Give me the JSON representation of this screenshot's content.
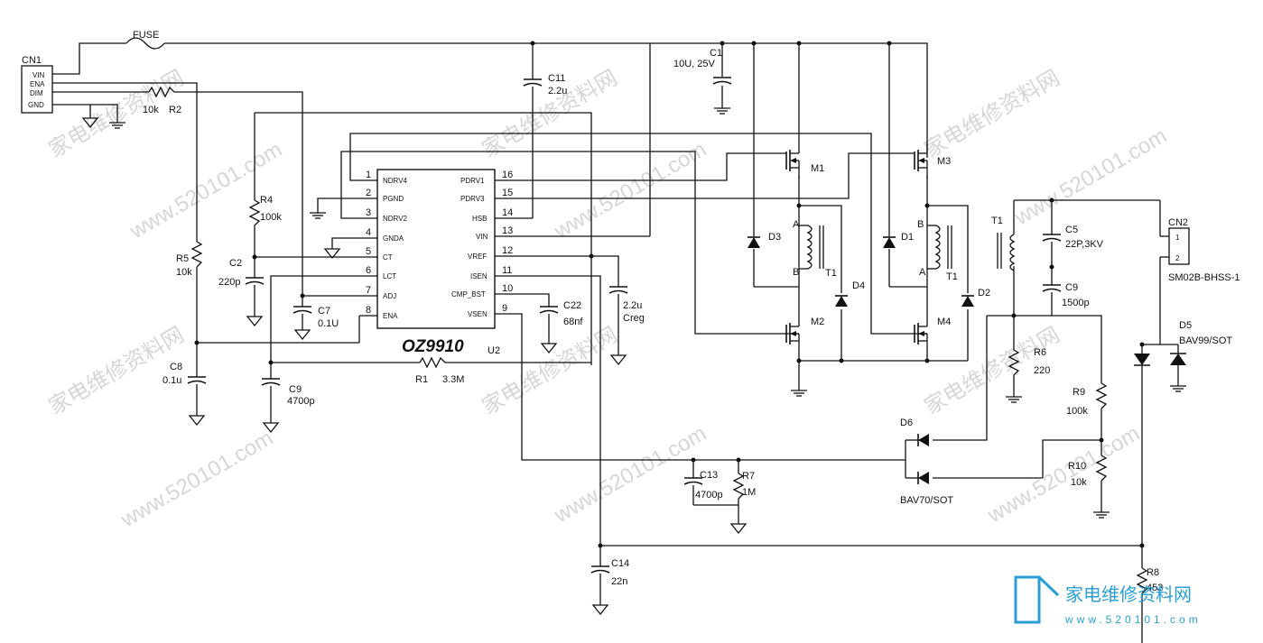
{
  "watermark": {
    "cn": "家电维修资料网",
    "url": "www.520101.com"
  },
  "logo": {
    "text": "家电维修资料网",
    "url": "www.520101.com"
  },
  "ic": {
    "name": "OZ9910",
    "ref": "U2",
    "left_pins": [
      {
        "num": "1",
        "label": "NDRV4"
      },
      {
        "num": "2",
        "label": "PGND"
      },
      {
        "num": "3",
        "label": "NDRV2"
      },
      {
        "num": "4",
        "label": "GNDA"
      },
      {
        "num": "5",
        "label": "CT"
      },
      {
        "num": "6",
        "label": "LCT"
      },
      {
        "num": "7",
        "label": "ADJ"
      },
      {
        "num": "8",
        "label": "ENA"
      }
    ],
    "right_pins": [
      {
        "num": "16",
        "label": "PDRV1"
      },
      {
        "num": "15",
        "label": "PDRV3"
      },
      {
        "num": "14",
        "label": "HSB"
      },
      {
        "num": "13",
        "label": "VIN"
      },
      {
        "num": "12",
        "label": "VREF"
      },
      {
        "num": "11",
        "label": "ISEN"
      },
      {
        "num": "10",
        "label": "CMP_BST"
      },
      {
        "num": "9",
        "label": "VSEN"
      }
    ]
  },
  "connector1": {
    "ref": "CN1",
    "pins": [
      "VIN",
      "ENA",
      "DIM",
      "GND"
    ]
  },
  "connector2": {
    "ref": "CN2",
    "part": "SM02B-BHSS-1",
    "pins": [
      "1",
      "2"
    ]
  },
  "fuse": "FUSE",
  "components": {
    "c1": {
      "ref": "C1",
      "value": "10U, 25V"
    },
    "c11": {
      "ref": "C11",
      "value": "2.2u"
    },
    "r2": {
      "ref": "R2",
      "value": "10k"
    },
    "r4": {
      "ref": "R4",
      "value": "100k"
    },
    "r5": {
      "ref": "R5",
      "value": "10k"
    },
    "c2": {
      "ref": "C2",
      "value": "220p"
    },
    "c7": {
      "ref": "C7",
      "value": "0.1U"
    },
    "c8": {
      "ref": "C8",
      "value": "0.1u"
    },
    "c9a": {
      "ref": "C9",
      "value": "4700p"
    },
    "r1": {
      "ref": "R1",
      "value": "3.3M"
    },
    "c22": {
      "ref": "C22",
      "value": "68nf"
    },
    "creg": {
      "ref": "Creg",
      "value": "2.2u"
    },
    "m1": "M1",
    "m2": "M2",
    "m3": "M3",
    "m4": "M4",
    "d1": "D1",
    "d2": "D2",
    "d3": "D3",
    "d4": "D4",
    "t1": "T1",
    "c5": {
      "ref": "C5",
      "value": "22P,3KV"
    },
    "c9b": {
      "ref": "C9",
      "value": "1500p"
    },
    "r6": {
      "ref": "R6",
      "value": "220"
    },
    "r9": {
      "ref": "R9",
      "value": "100k"
    },
    "r10": {
      "ref": "R10",
      "value": "10k"
    },
    "d5": {
      "ref": "D5",
      "value": "BAV99/SOT"
    },
    "d6": {
      "ref": "D6",
      "value": "BAV70/SOT"
    },
    "c13": {
      "ref": "C13",
      "value": "4700p"
    },
    "r7": {
      "ref": "R7",
      "value": "1M"
    },
    "c14": {
      "ref": "C14",
      "value": "22n"
    },
    "r8": {
      "ref": "R8",
      "value": "453"
    },
    "ta": "A",
    "tb": "B"
  }
}
